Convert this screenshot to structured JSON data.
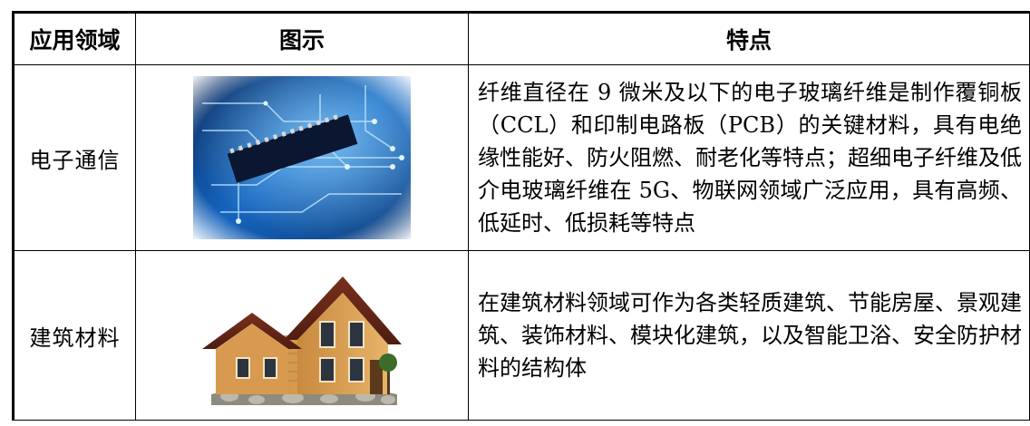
{
  "table": {
    "headers": [
      "应用领域",
      "图示",
      "特点"
    ],
    "rows": [
      {
        "field": "电子通信",
        "image": "circuit-board-photo",
        "features": "纤维直径在 9 微米及以下的电子玻璃纤维是制作覆铜板（CCL）和印制电路板（PCB）的关键材料，具有电绝缘性能好、防火阻燃、耐老化等特点；超细电子纤维及低介电玻璃纤维在 5G、物联网领域广泛应用，具有高频、低延时、低损耗等特点"
      },
      {
        "field": "建筑材料",
        "image": "wooden-house-photo",
        "features": "在建筑材料领域可作为各类轻质建筑、节能房屋、景观建筑、装饰材料、模块化建筑，以及智能卫浴、安全防护材料的结构体"
      }
    ]
  }
}
